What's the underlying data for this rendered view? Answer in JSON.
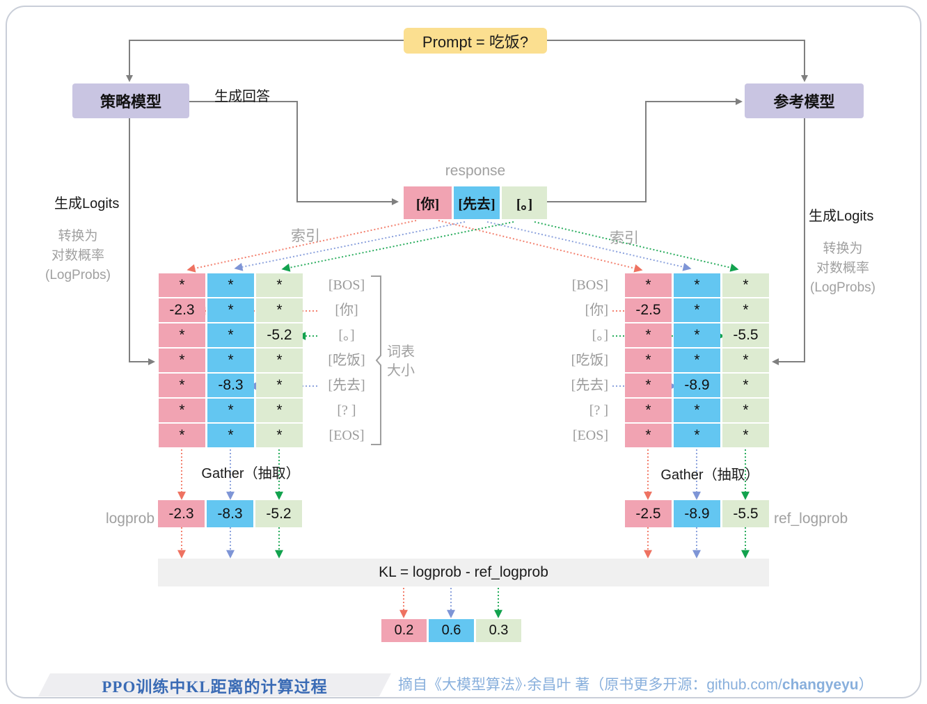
{
  "colors": {
    "pink": "#F1A3B2",
    "blue": "#63C6F1",
    "green": "#DDEBD1",
    "yellow": "#FBDF90",
    "purple": "#C9C5E2",
    "line_gray": "#7F7F7F",
    "text_gray": "#A0A0A0",
    "red_arrow": "#EE7261",
    "blue_arrow": "#7E95D6",
    "green_arrow": "#12A24E",
    "kl_bar_gray": "#F0F0F0",
    "footer_title_blue": "#3A6BB5",
    "footer_attr_blue": "#88AFDC"
  },
  "prompt": {
    "label": "Prompt = 吃饭?"
  },
  "models": {
    "policy": "策略模型",
    "reference": "参考模型"
  },
  "labels": {
    "generate_response": "生成回答",
    "generate_logits": "生成Logits",
    "logprobs_note": [
      "转换为",
      "对数概率",
      "(LogProbs)"
    ],
    "index": "索引",
    "response": "response",
    "gather": "Gather（抽取）",
    "logprob": "logprob",
    "ref_logprob": "ref_logprob",
    "vocab_size": [
      "词表",
      "大小"
    ],
    "kl_formula": "KL = logprob - ref_logprob"
  },
  "response_tokens": [
    "[你]",
    "[先去]",
    "[。]"
  ],
  "vocab_rows": [
    "[BOS]",
    "[你]",
    "[。]",
    "[吃饭]",
    "[先去]",
    "[? ]",
    "[EOS]"
  ],
  "policy_matrix": {
    "rows": [
      [
        "*",
        "*",
        "*"
      ],
      [
        "-2.3",
        "*",
        "*"
      ],
      [
        "*",
        "*",
        "-5.2"
      ],
      [
        "*",
        "*",
        "*"
      ],
      [
        "*",
        "-8.3",
        "*"
      ],
      [
        "*",
        "*",
        "*"
      ],
      [
        "*",
        "*",
        "*"
      ]
    ]
  },
  "reference_matrix": {
    "rows": [
      [
        "*",
        "*",
        "*"
      ],
      [
        "-2.5",
        "*",
        "*"
      ],
      [
        "*",
        "*",
        "-5.5"
      ],
      [
        "*",
        "*",
        "*"
      ],
      [
        "*",
        "-8.9",
        "*"
      ],
      [
        "*",
        "*",
        "*"
      ],
      [
        "*",
        "*",
        "*"
      ]
    ]
  },
  "logprob_values": [
    "-2.3",
    "-8.3",
    "-5.2"
  ],
  "ref_logprob_values": [
    "-2.5",
    "-8.9",
    "-5.5"
  ],
  "kl_values": [
    "0.2",
    "0.6",
    "0.3"
  ],
  "footer": {
    "title": "PPO训练中KL距离的计算过程",
    "attribution_prefix": "摘自《大模型算法》·余昌叶 著（原书更多开源：github.com/",
    "attribution_bold": "changyeyu",
    "attribution_suffix": "）"
  }
}
